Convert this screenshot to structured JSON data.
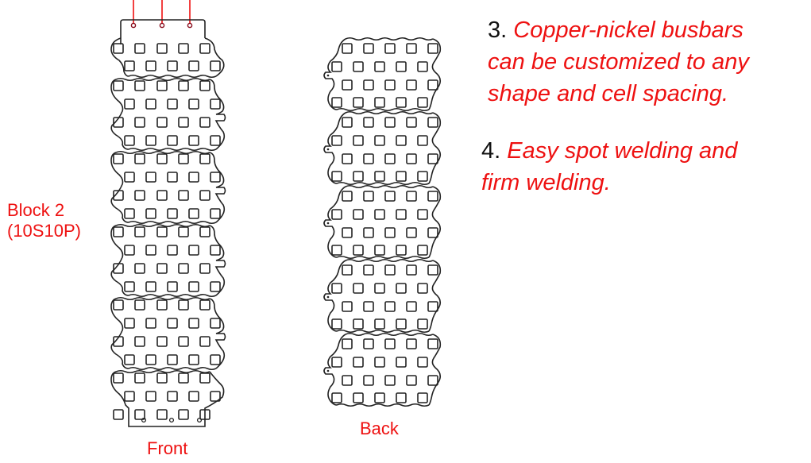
{
  "labels": {
    "block": "Block 2",
    "config": "(10S10P)",
    "front": "Front",
    "back": "Back"
  },
  "notes": [
    {
      "number": "3.",
      "lines": [
        "Copper-nickel busbars",
        "can be customized to any",
        "shape and cell spacing."
      ]
    },
    {
      "number": "4.",
      "lines": [
        "Easy spot welding and",
        "firm welding."
      ]
    }
  ],
  "colors": {
    "accent": "#ee1111",
    "line": "#222222",
    "text": "#111111"
  },
  "front_strip": {
    "groups": 5,
    "rows_per_group": 4,
    "cells_per_row": 5,
    "terminal_count_top": 3,
    "hole_count_bottom": 3
  },
  "back_strip": {
    "groups": 5,
    "rows_per_group": 4,
    "cells_per_row": 5
  }
}
